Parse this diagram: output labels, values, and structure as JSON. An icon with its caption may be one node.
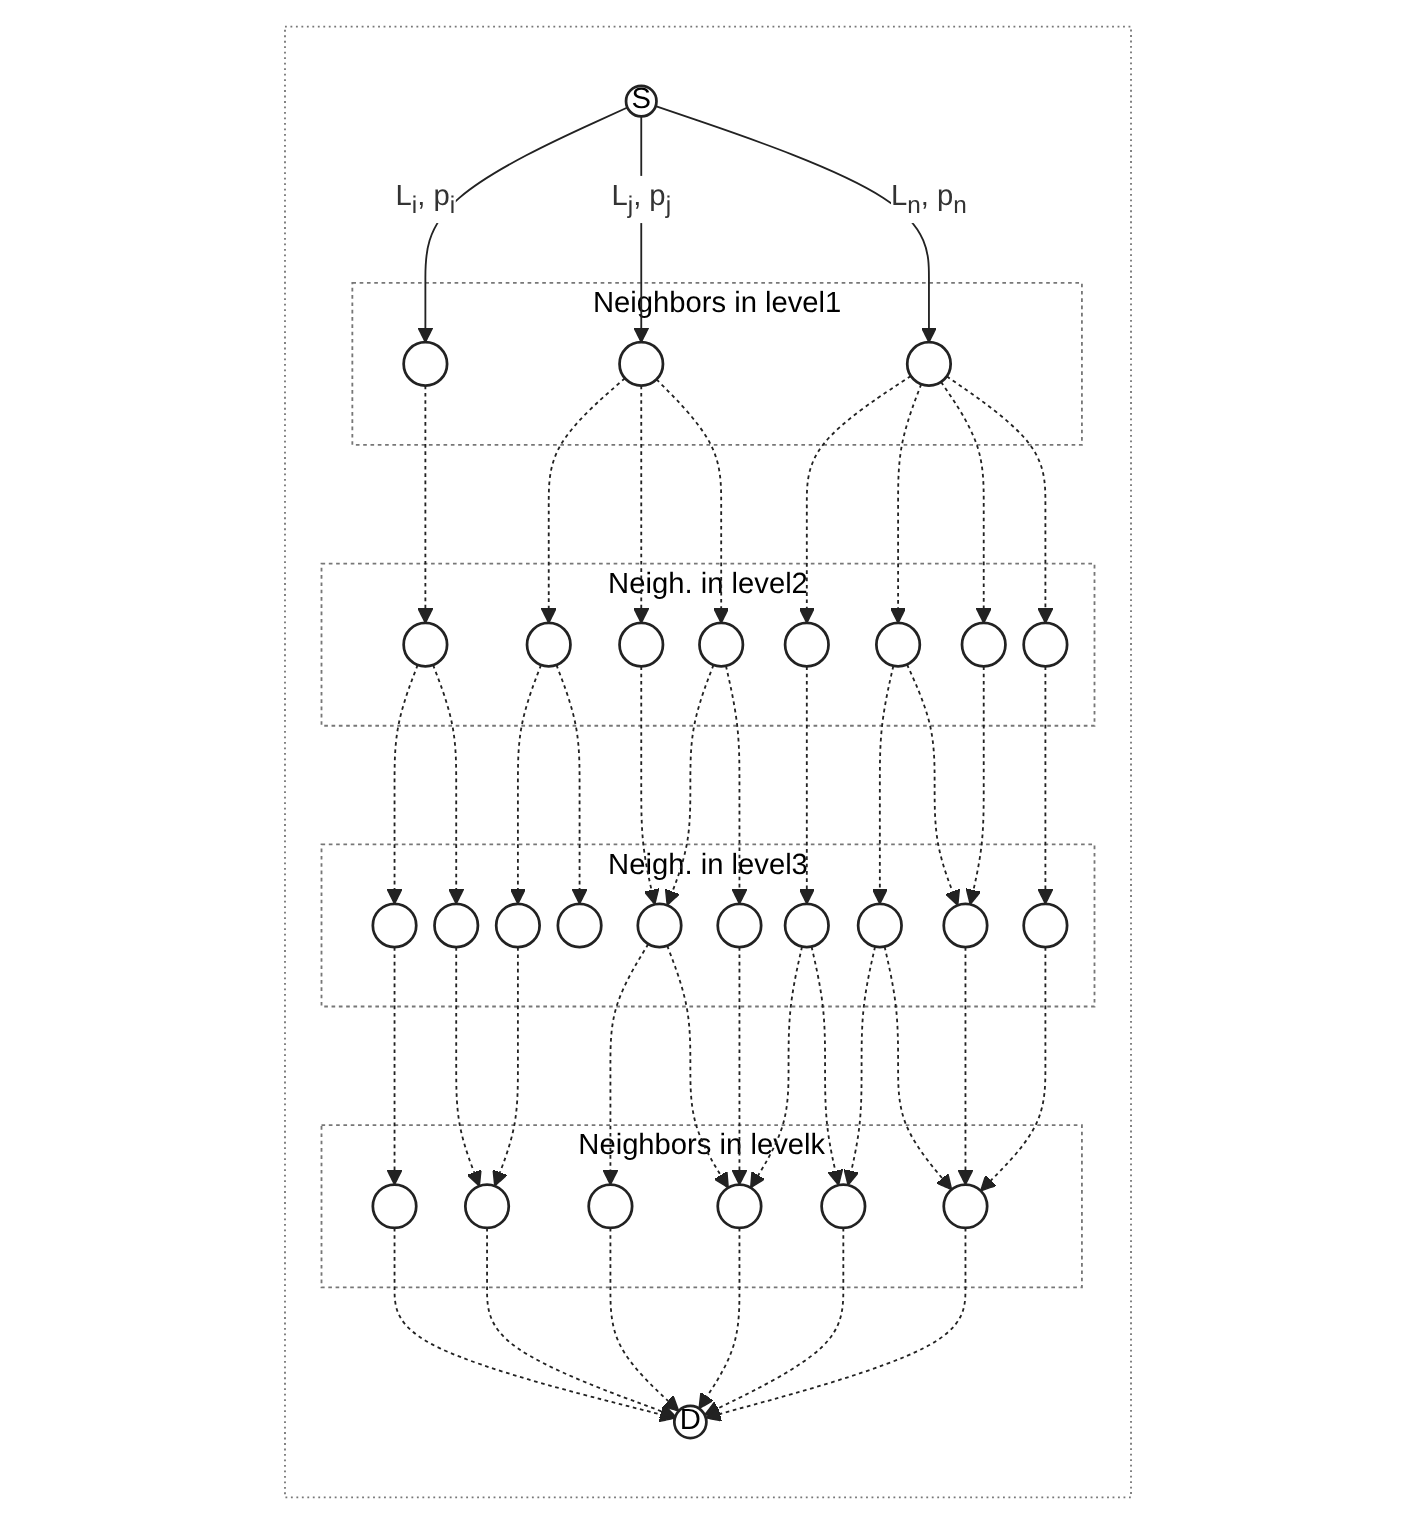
{
  "diagram": {
    "nodes": [
      {
        "text": [],
        "shape": "box"
      },
      {
        "text": [
          "S"
        ],
        "in": 0
      },
      {
        "text": [
          "Neighbors in level1"
        ],
        "in": 0
      },
      {
        "text": [],
        "shape": "circle",
        "in": 2
      },
      {
        "text": [],
        "shape": "circle",
        "in": 2
      },
      {
        "text": [],
        "shape": "circle",
        "in": 2
      },
      {
        "text": [
          "Neigh. in level2"
        ],
        "in": 0
      },
      {
        "text": [],
        "shape": "circle",
        "in": 6
      },
      {
        "text": [],
        "shape": "circle",
        "in": 6
      },
      {
        "text": [],
        "shape": "circle",
        "in": 6
      },
      {
        "text": [],
        "shape": "circle",
        "in": 6
      },
      {
        "text": [],
        "shape": "circle",
        "in": 6
      },
      {
        "text": [],
        "shape": "circle",
        "in": 6
      },
      {
        "text": [],
        "shape": "circle",
        "in": 6
      },
      {
        "text": [],
        "shape": "circle",
        "in": 6
      },
      {
        "text": [
          "Neigh. in level3"
        ],
        "in": 0
      },
      {
        "text": [],
        "shape": "circle",
        "in": 15
      },
      {
        "text": [],
        "shape": "circle",
        "in": 15
      },
      {
        "text": [],
        "shape": "circle",
        "in": 15
      },
      {
        "text": [],
        "shape": "circle",
        "in": 15
      },
      {
        "text": [],
        "shape": "circle",
        "in": 15
      },
      {
        "text": [],
        "shape": "circle",
        "in": 15
      },
      {
        "text": [],
        "shape": "circle",
        "in": 15
      },
      {
        "text": [],
        "shape": "circle",
        "in": 15
      },
      {
        "text": [],
        "shape": "circle",
        "in": 15
      },
      {
        "text": [],
        "shape": "circle",
        "in": 15
      },
      {
        "text": [
          "Neighbors in levelk"
        ],
        "in": 0
      },
      {
        "text": [],
        "shape": "circle",
        "in": 26
      },
      {
        "text": [],
        "shape": "circle",
        "in": 26
      },
      {
        "text": [],
        "shape": "circle",
        "in": 26
      },
      {
        "text": [],
        "shape": "circle",
        "in": 26
      },
      {
        "text": [],
        "shape": "circle",
        "in": 26
      },
      {
        "text": [],
        "shape": "circle",
        "in": 26
      },
      {
        "text": [
          "D"
        ],
        "in": 0
      }
    ],
    "edges": [
      {
        "from": 1,
        "to": 3,
        "arrow": "to",
        "label": "L$_{i}$, p$_{i}$"
      },
      {
        "from": 1,
        "to": 4,
        "arrow": "to",
        "label": "L$_{j}$, p$_{j}$"
      },
      {
        "from": 1,
        "to": 5,
        "arrow": "to",
        "label": "L$_{n}$, p$_{n}$"
      },
      {
        "from": 3,
        "to": 7,
        "arrow": "to",
        "style": "dashed"
      },
      {
        "from": 4,
        "to": 8,
        "arrow": "to",
        "style": "dashed"
      },
      {
        "from": 4,
        "to": 9,
        "arrow": "to",
        "style": "dashed"
      },
      {
        "from": 4,
        "to": 10,
        "arrow": "to",
        "style": "dashed"
      },
      {
        "from": 5,
        "to": 11,
        "arrow": "to",
        "style": "dashed"
      },
      {
        "from": 5,
        "to": 12,
        "arrow": "to",
        "style": "dashed"
      },
      {
        "from": 5,
        "to": 13,
        "arrow": "to",
        "style": "dashed"
      },
      {
        "from": 5,
        "to": 14,
        "arrow": "to",
        "style": "dashed"
      },
      {
        "from": 7,
        "to": 16,
        "arrow": "to",
        "style": "dashed"
      },
      {
        "from": 7,
        "to": 17,
        "arrow": "to",
        "style": "dashed"
      },
      {
        "from": 8,
        "to": 18,
        "arrow": "to",
        "style": "dashed"
      },
      {
        "from": 8,
        "to": 19,
        "arrow": "to",
        "style": "dashed"
      },
      {
        "from": 9,
        "to": 20,
        "arrow": "to",
        "style": "dashed"
      },
      {
        "from": 10,
        "to": 20,
        "arrow": "to",
        "style": "dashed"
      },
      {
        "from": 10,
        "to": 21,
        "arrow": "to",
        "style": "dashed"
      },
      {
        "from": 11,
        "to": 22,
        "arrow": "to",
        "style": "dashed"
      },
      {
        "from": 12,
        "to": 23,
        "arrow": "to",
        "style": "dashed"
      },
      {
        "from": 12,
        "to": 24,
        "arrow": "to",
        "style": "dashed"
      },
      {
        "from": 13,
        "to": 24,
        "arrow": "to",
        "style": "dashed"
      },
      {
        "from": 14,
        "to": 25,
        "arrow": "to",
        "style": "dashed"
      },
      {
        "from": 16,
        "to": 27,
        "arrow": "to",
        "style": "dashed"
      },
      {
        "from": 17,
        "to": 28,
        "arrow": "to",
        "style": "dashed"
      },
      {
        "from": 18,
        "to": 28,
        "arrow": "to",
        "style": "dashed"
      },
      {
        "from": 20,
        "to": 29,
        "arrow": "to",
        "style": "dashed"
      },
      {
        "from": 20,
        "to": 30,
        "arrow": "to",
        "style": "dashed"
      },
      {
        "from": 21,
        "to": 30,
        "arrow": "to",
        "style": "dashed"
      },
      {
        "from": 22,
        "to": 30,
        "arrow": "to",
        "style": "dashed"
      },
      {
        "from": 22,
        "to": 31,
        "arrow": "to",
        "style": "dashed"
      },
      {
        "from": 23,
        "to": 31,
        "arrow": "to",
        "style": "dashed"
      },
      {
        "from": 23,
        "to": 32,
        "arrow": "to",
        "style": "dashed"
      },
      {
        "from": 24,
        "to": 32,
        "arrow": "to",
        "style": "dashed"
      },
      {
        "from": 25,
        "to": 32,
        "arrow": "to",
        "style": "dashed"
      },
      {
        "from": 27,
        "to": 33,
        "arrow": "to",
        "style": "dashed"
      },
      {
        "from": 28,
        "to": 33,
        "arrow": "to",
        "style": "dashed"
      },
      {
        "from": 29,
        "to": 33,
        "arrow": "to",
        "style": "dashed"
      },
      {
        "from": 30,
        "to": 33,
        "arrow": "to",
        "style": "dashed"
      },
      {
        "from": 31,
        "to": 33,
        "arrow": "to",
        "style": "dashed"
      },
      {
        "from": 32,
        "to": 33,
        "arrow": "to",
        "style": "dashed"
      }
    ]
  }
}
